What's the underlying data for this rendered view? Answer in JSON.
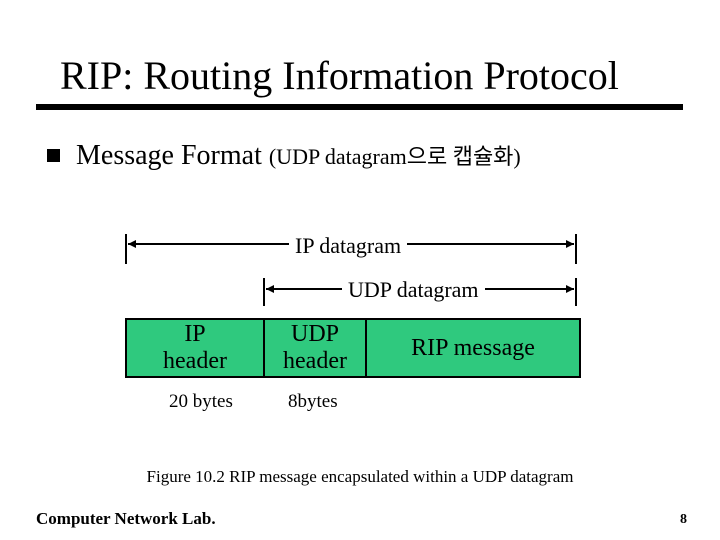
{
  "slide": {
    "title": "RIP: Routing Information Protocol",
    "bullet": {
      "main": "Message Format ",
      "detail": "(UDP datagram으로 캡슐화)"
    }
  },
  "diagram": {
    "ip_datagram_label": "IP datagram",
    "udp_datagram_label": "UDP datagram",
    "ip_header": [
      "IP",
      "header"
    ],
    "udp_header": [
      "UDP",
      "header"
    ],
    "rip_message": "RIP message",
    "ip_header_size": "20 bytes",
    "udp_header_size": "8bytes",
    "box_fill": "#2fc97e"
  },
  "caption": "Figure 10.2 RIP message encapsulated within a UDP datagram",
  "footer": {
    "left": "Computer Network Lab.",
    "page": "8"
  }
}
